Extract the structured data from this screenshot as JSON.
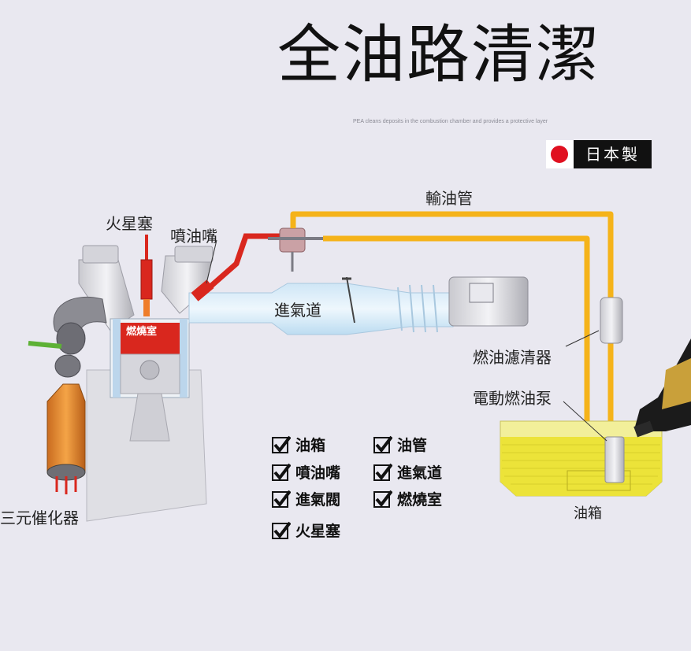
{
  "title": "全油路清潔",
  "subtitle": "PEA cleans deposits in the combustion chamber and provides a protective layer",
  "badge": "日本製",
  "labels": {
    "fuel_line": "輸油管",
    "spark_plug": "火星塞",
    "injector": "噴油嘴",
    "intake": "進氣道",
    "chamber": "燃燒室",
    "fuel_filter": "燃油濾清器",
    "fuel_pump": "電動燃油泵",
    "tank": "油箱",
    "catalyst": "三元催化器"
  },
  "checklist": [
    "油箱",
    "油管",
    "噴油嘴",
    "進氣道",
    "進氣閥",
    "燃燒室",
    "火星塞"
  ],
  "colors": {
    "fuel": "#f5b31a",
    "accent_red": "#d9271e",
    "tank_fill": "#ece339",
    "check": "#111111"
  }
}
